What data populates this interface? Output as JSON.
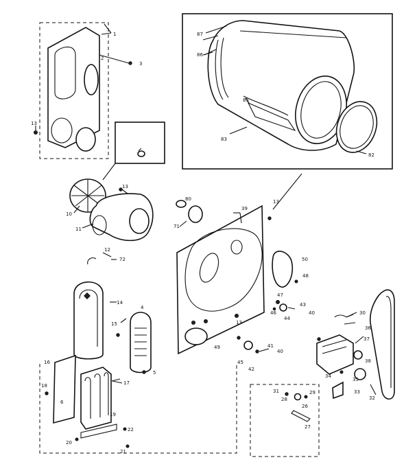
{
  "callouts": {
    "c1": "1",
    "c2": "2",
    "c3": "3",
    "c13": "13",
    "c87": "87",
    "c86": "86",
    "c85": "85",
    "c83": "83",
    "c82": "82",
    "c10": "10",
    "c11": "11",
    "c13b": "13",
    "c12": "12",
    "c72": "72",
    "c80": "80",
    "c71": "71",
    "c39": "39",
    "c13c": "13",
    "c50": "50",
    "c48": "48",
    "c47": "47",
    "c46": "46",
    "c43": "43",
    "c44": "44",
    "c40": "40",
    "c41": "41",
    "c42": "42",
    "c45": "45",
    "c13d": "13",
    "c49": "49",
    "c14": "14",
    "c15": "15",
    "c5": "5",
    "c4": "4",
    "c16": "16",
    "c17": "17",
    "c6": "6",
    "c18": "18",
    "c19": "19",
    "c20": "20",
    "c21": "21",
    "c22": "22",
    "c30": "30",
    "c36": "36",
    "c37": "37",
    "c38": "38",
    "c35": "35",
    "c34": "34",
    "c33": "33",
    "c32": "32",
    "c31": "31",
    "c28": "28",
    "c29": "29",
    "c26": "26",
    "c27": "27"
  }
}
